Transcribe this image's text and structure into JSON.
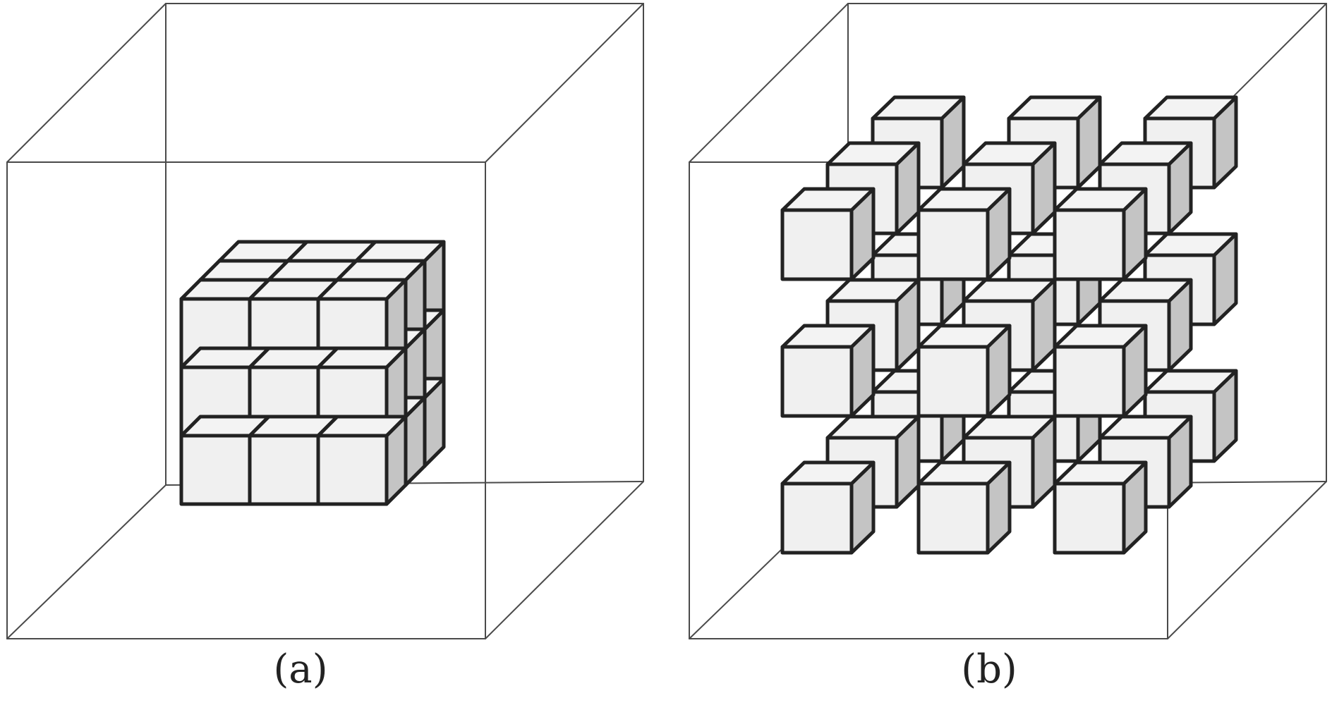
{
  "panels": [
    {
      "id": "a",
      "label": "(a)",
      "arrangement": "compact",
      "grid": [
        3,
        3,
        3
      ]
    },
    {
      "id": "b",
      "label": "(b)",
      "arrangement": "separated",
      "grid": [
        3,
        3,
        3
      ]
    }
  ],
  "colors": {
    "background": "#ffffff",
    "frame_stroke": "#4a4a4a",
    "cube_outline": "#222222",
    "cube_front": "#f0f0f0",
    "cube_top": "#f3f3f3",
    "cube_side": "#c4c4c4"
  }
}
